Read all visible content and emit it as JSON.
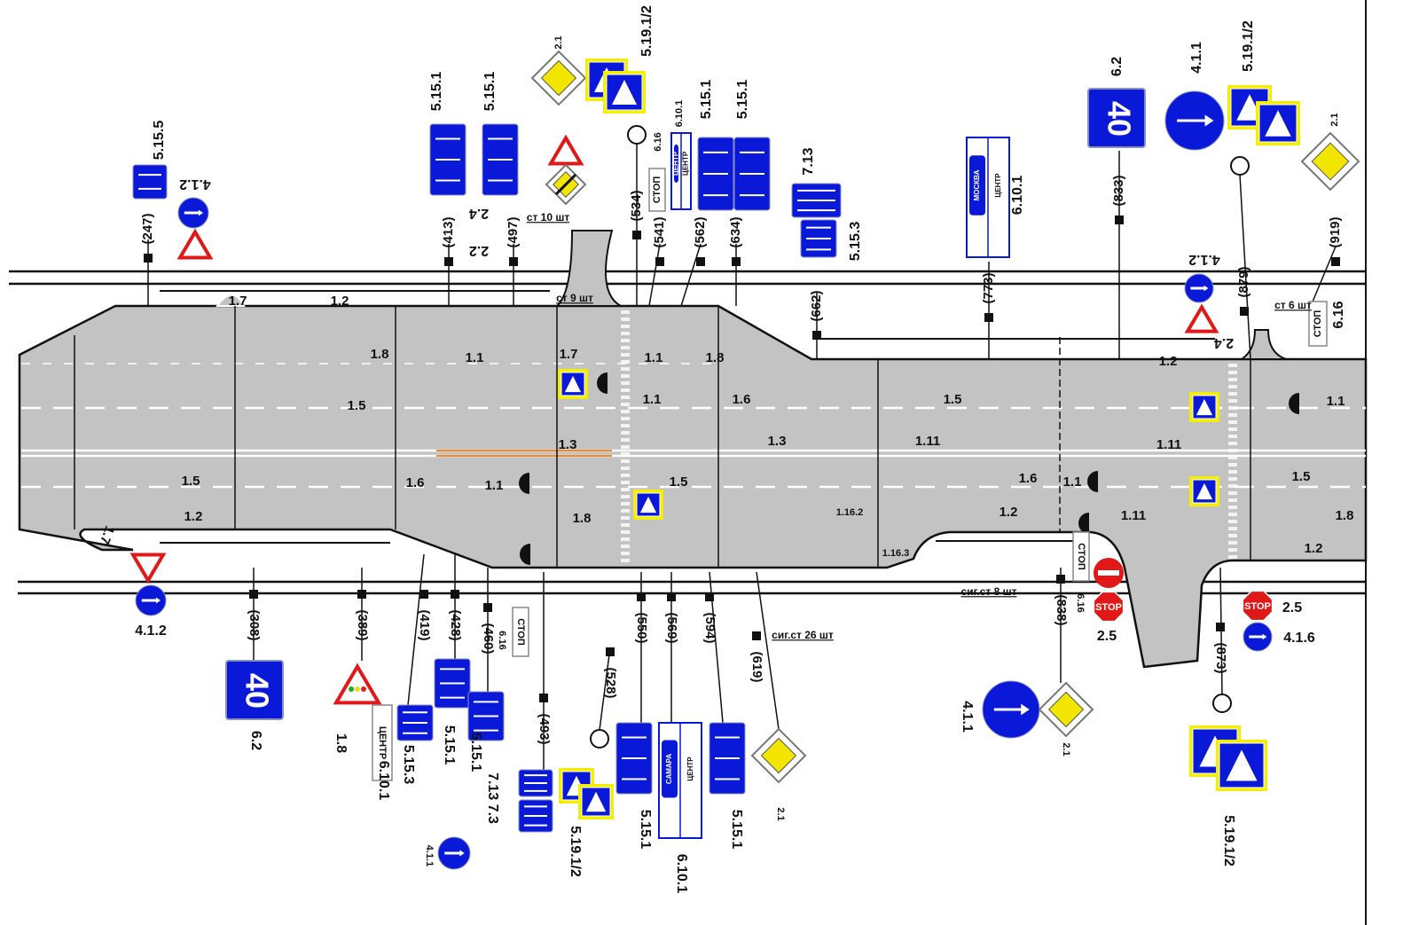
{
  "colors": {
    "road": "#c3c3c3",
    "sign_blue": "#0a18d8",
    "highlight_yellow": "#f4ef00",
    "sign_red": "#e01818",
    "priority_yellow": "#f2e600",
    "planned_line": "#f08a2a"
  },
  "marking_labels": [
    "1.7",
    "1.2",
    "1.8",
    "1.1",
    "1.7",
    "1.1",
    "1.8",
    "1.5",
    "1.1",
    "1.6",
    "1.5",
    "1.1",
    "1.3",
    "1.3",
    "1.11",
    "1.11",
    "1.5",
    "1.6",
    "1.1",
    "1.5",
    "1.6",
    "1.1",
    "1.5",
    "1.2",
    "1.8",
    "1.2",
    "1.11",
    "1.8",
    "1.2",
    "1.2",
    "1.16.2",
    "1.16.3",
    "1.7"
  ],
  "distance_markers": [
    "(247)",
    "(413)",
    "(497)",
    "(534)",
    "(541)",
    "(562)",
    "(634)",
    "(662)",
    "(773)",
    "(833)",
    "(879)",
    "(919)",
    "(308)",
    "(389)",
    "(419)",
    "(428)",
    "(460)",
    "(493)",
    "(528)",
    "(550)",
    "(569)",
    "(594)",
    "(619)",
    "(838)",
    "(873)"
  ],
  "sign_labels": [
    "5.15.5",
    "4.1.2",
    "5.15.1",
    "5.15.1",
    "2.4",
    "2.2",
    "2.1",
    "5.19.1/2",
    "6.16",
    "6.10.1",
    "5.15.1",
    "5.15.1",
    "7.13",
    "5.15.3",
    "6.10.1",
    "6.2",
    "4.1.1",
    "5.19.1/2",
    "2.1",
    "4.1.2",
    "2.4",
    "6.16",
    "4.1.2",
    "6.2",
    "1.8",
    "6.10.1",
    "5.15.3",
    "5.15.1",
    "5.15.1",
    "7.13 7.3",
    "4.1.1",
    "6.16",
    "5.19.1/2",
    "5.15.1",
    "6.10.1",
    "5.15.1",
    "2.1",
    "6.16",
    "2.5",
    "4.1.1",
    "2.1",
    "5.19.1/2",
    "2.5",
    "4.1.6"
  ],
  "notes": [
    "ст 10 шт",
    "ст 9 шт",
    "ст 6 шт",
    "сиг.ст 8 шт",
    "сиг.ст 26 шт"
  ],
  "sign_texts": {
    "speed_top": "40",
    "speed_bottom": "40",
    "stop_plate": "СТОП",
    "stop": "STOP",
    "moskva": "МОСКВА",
    "centr": "ЦЕНТР",
    "samara": "САМАРА"
  }
}
